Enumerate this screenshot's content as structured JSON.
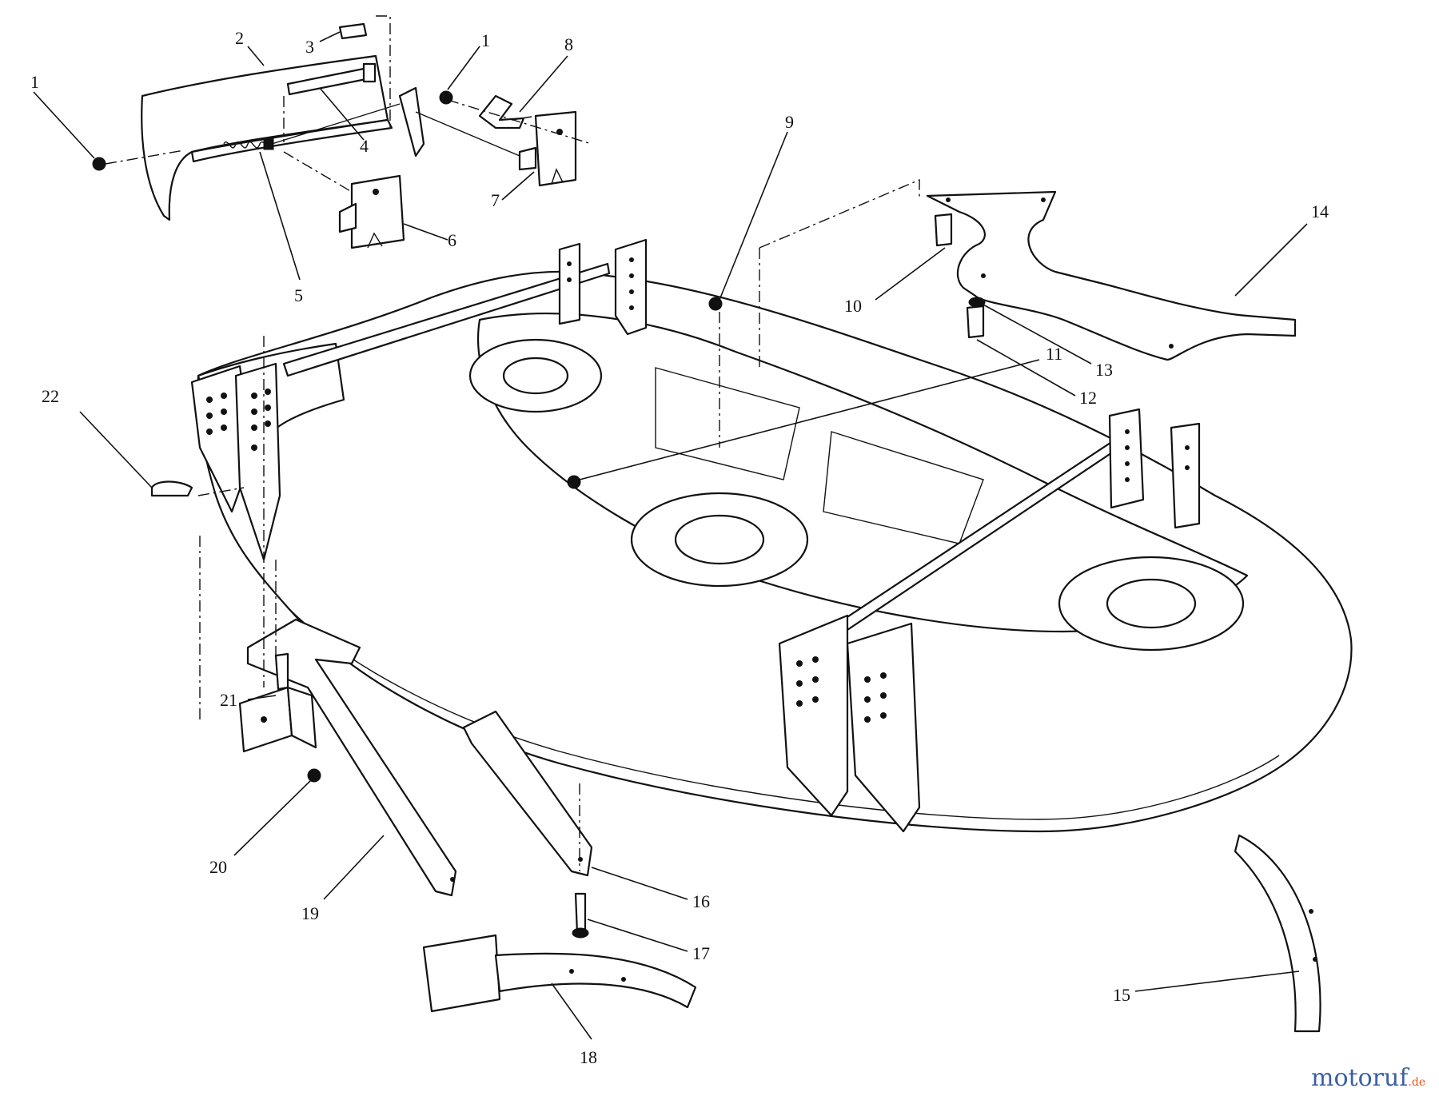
{
  "callouts": [
    "1",
    "2",
    "3",
    "1",
    "8",
    "4",
    "5",
    "6",
    "7",
    "9",
    "10",
    "14",
    "13",
    "12",
    "11",
    "22",
    "21",
    "20",
    "19",
    "16",
    "17",
    "18",
    "15"
  ],
  "watermark": {
    "brand": "motoruf",
    "suffix": ".de",
    "colors": [
      "#3b5fa6",
      "#e05a16"
    ]
  }
}
